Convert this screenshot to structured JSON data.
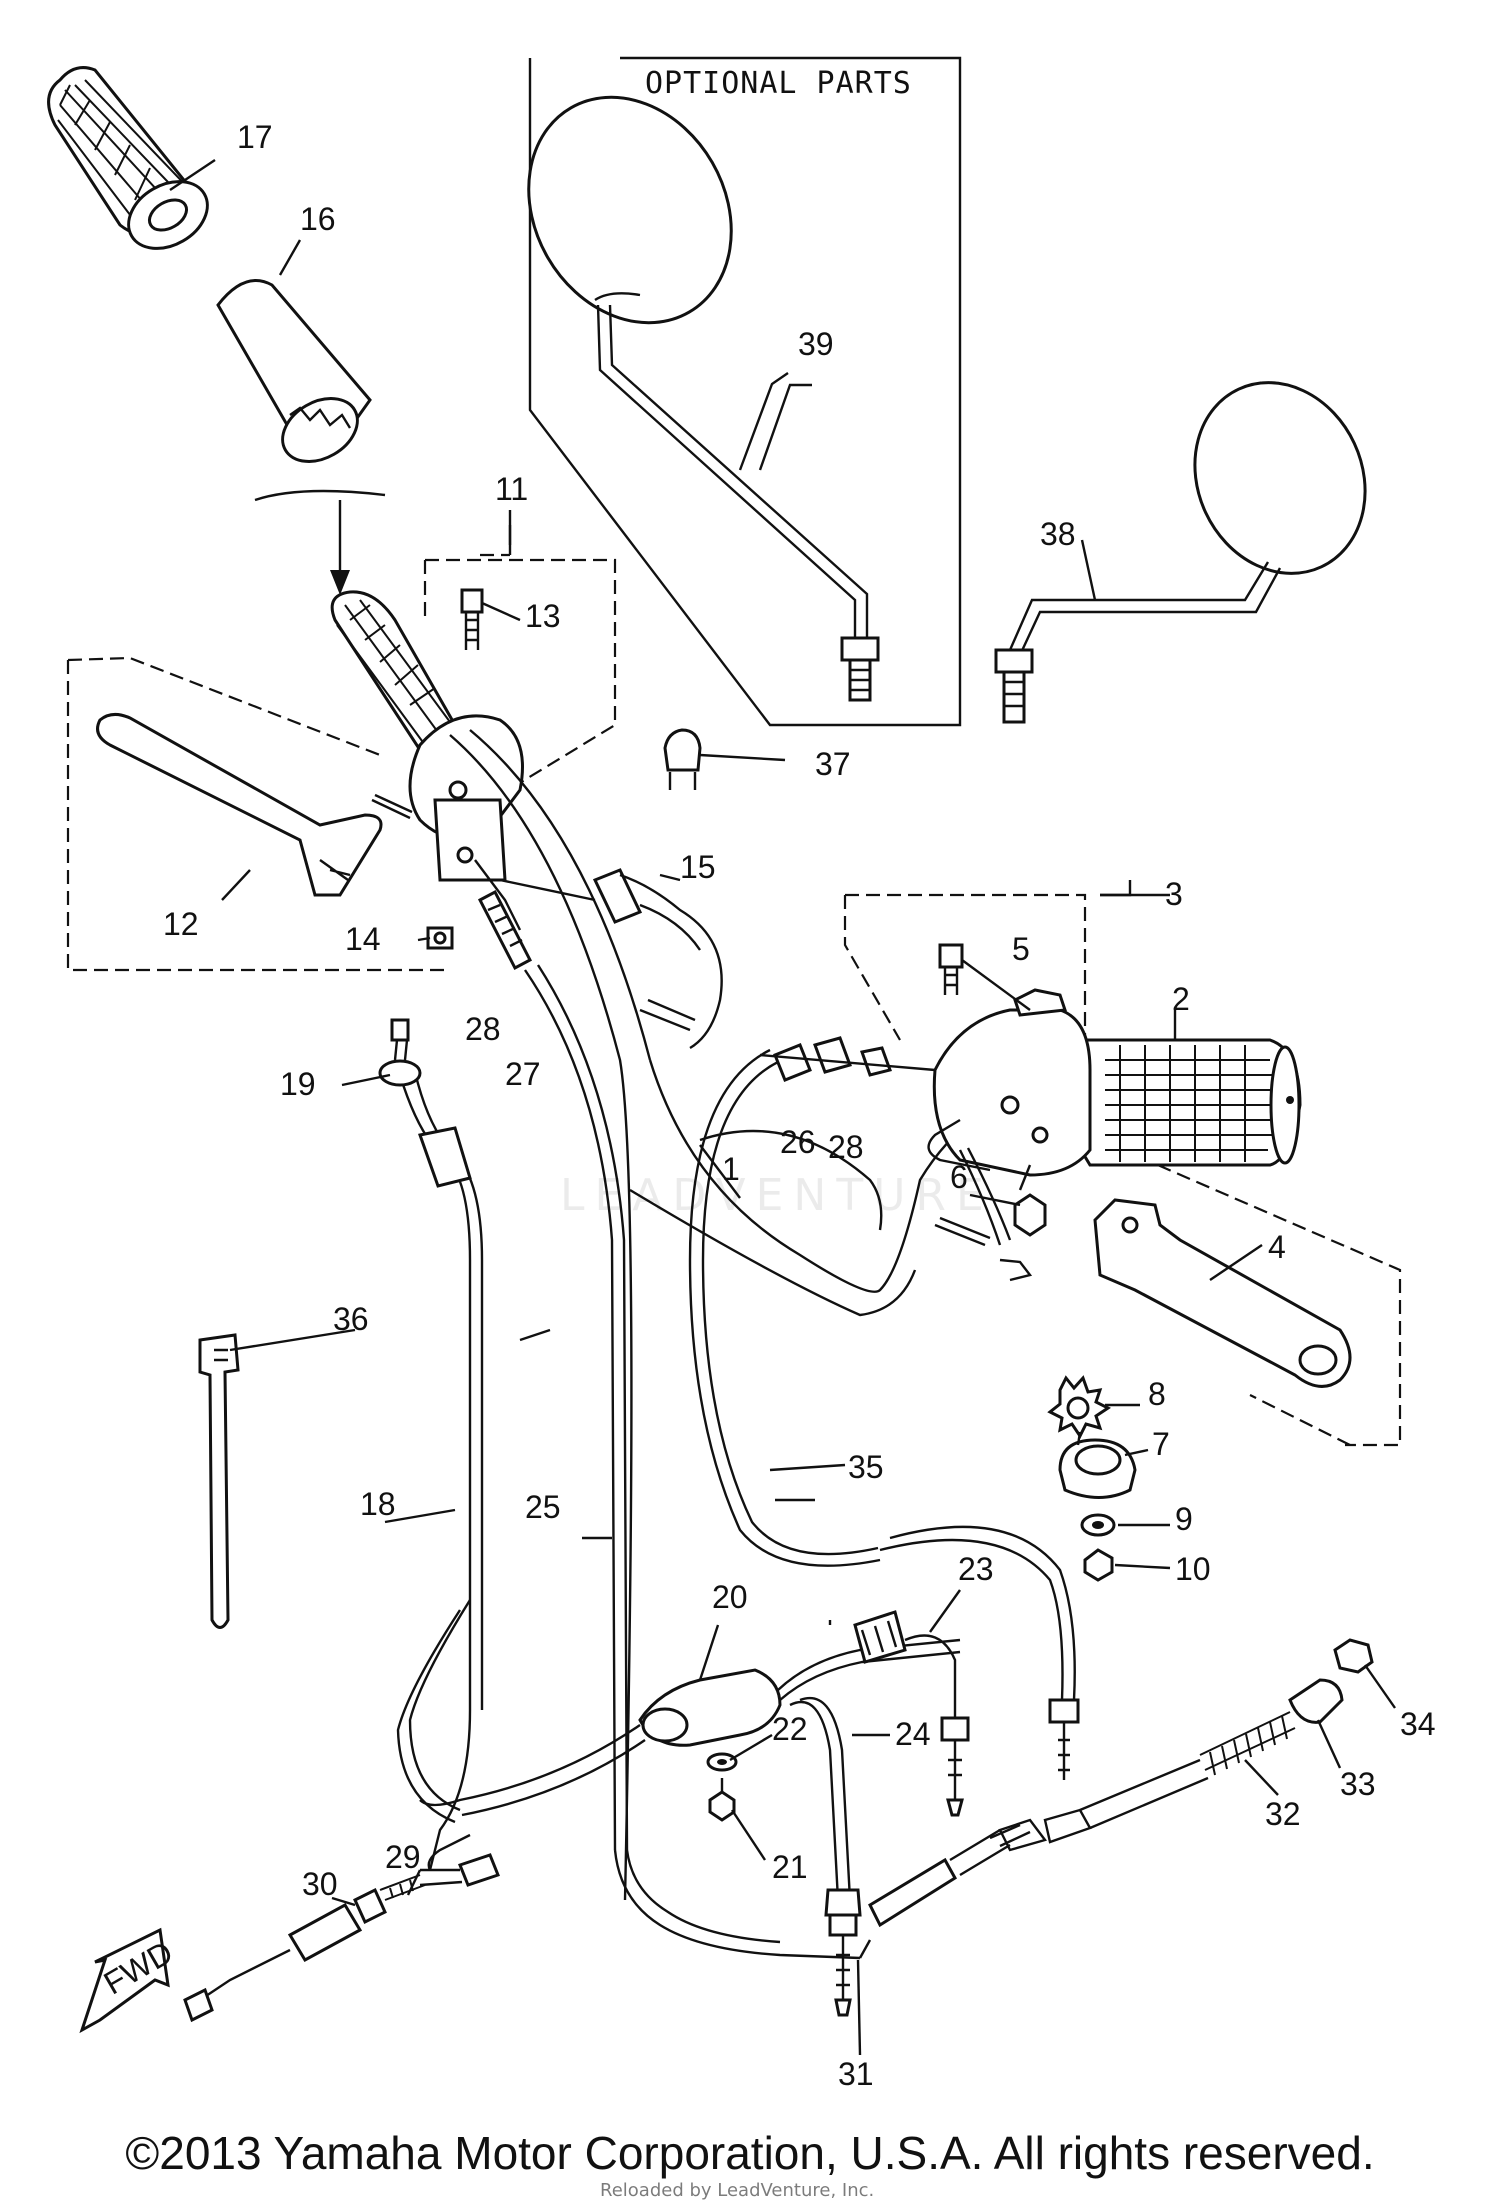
{
  "optional_parts_label": "OPTIONAL PARTS",
  "fwd_label": "FWD",
  "copyright": "©2013 Yamaha Motor Corporation, U.S.A. All rights reserved.",
  "watermark_brand": "LEADVENTURE",
  "watermark_footer": "Reloaded by LeadVenture, Inc.",
  "callouts": [
    "1",
    "2",
    "3",
    "4",
    "5",
    "6",
    "7",
    "8",
    "9",
    "10",
    "11",
    "12",
    "13",
    "14",
    "15",
    "16",
    "17",
    "18",
    "19",
    "20",
    "21",
    "22",
    "23",
    "24",
    "25",
    "26",
    "27",
    "28",
    "28",
    "29",
    "30",
    "31",
    "32",
    "33",
    "34",
    "35",
    "36",
    "37",
    "38",
    "39"
  ]
}
